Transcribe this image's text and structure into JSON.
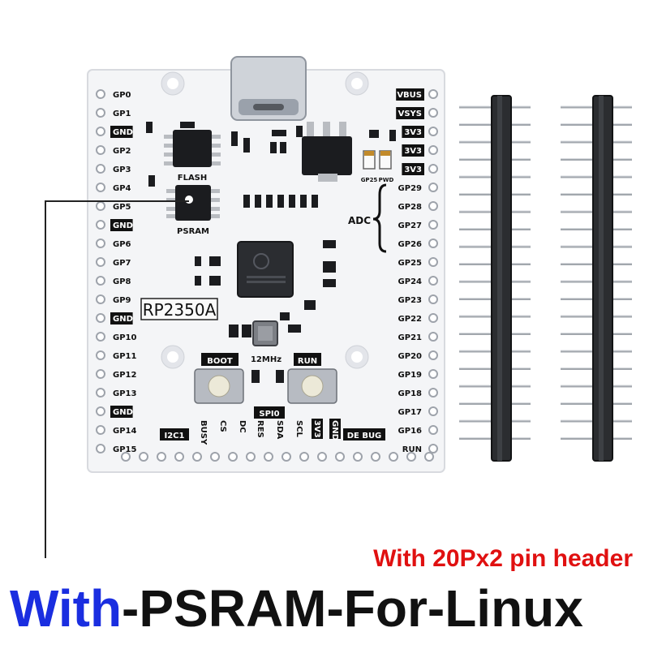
{
  "board": {
    "chip_label": "RP2350A",
    "flash_label": "FLASH",
    "psram_label": "PSRAM",
    "adc_label": "ADC",
    "boot_label": "BOOT",
    "run_label": "RUN",
    "crystal_label": "12MHz",
    "spi_label": "SPI0",
    "i2c_label": "I2C1",
    "debug_label": "DE BUG",
    "gp25_label": "GP25",
    "pwd_label": "PWD",
    "left_pins": [
      "GP0",
      "GP1",
      "GND",
      "GP2",
      "GP3",
      "GP4",
      "GP5",
      "GND",
      "GP6",
      "GP7",
      "GP8",
      "GP9",
      "GND",
      "GP10",
      "GP11",
      "GP12",
      "GP13",
      "GND",
      "GP14",
      "GP15"
    ],
    "right_pins": [
      "VBUS",
      "VSYS",
      "3V3",
      "3V3",
      "3V3",
      "GP29",
      "GP28",
      "GP27",
      "GP26",
      "GP25",
      "GP24",
      "GP23",
      "GP22",
      "GP21",
      "GP20",
      "GP19",
      "GP18",
      "GP17",
      "GP16",
      "RUN"
    ],
    "inverted_pins": [
      "GND",
      "VBUS",
      "VSYS",
      "3V3"
    ],
    "bottom_pins": [
      "BUSY",
      "CS",
      "DC",
      "RES",
      "SDA",
      "SCL",
      "3V3",
      "GND"
    ]
  },
  "header_caption": "With 20Px2 pin header",
  "title": {
    "accent": "With",
    "rest": "-PSRAM-For-Linux"
  },
  "colors": {
    "accent": "#1a2ee0",
    "caption": "#e01010",
    "title": "#111111",
    "board": "#f4f5f7"
  }
}
